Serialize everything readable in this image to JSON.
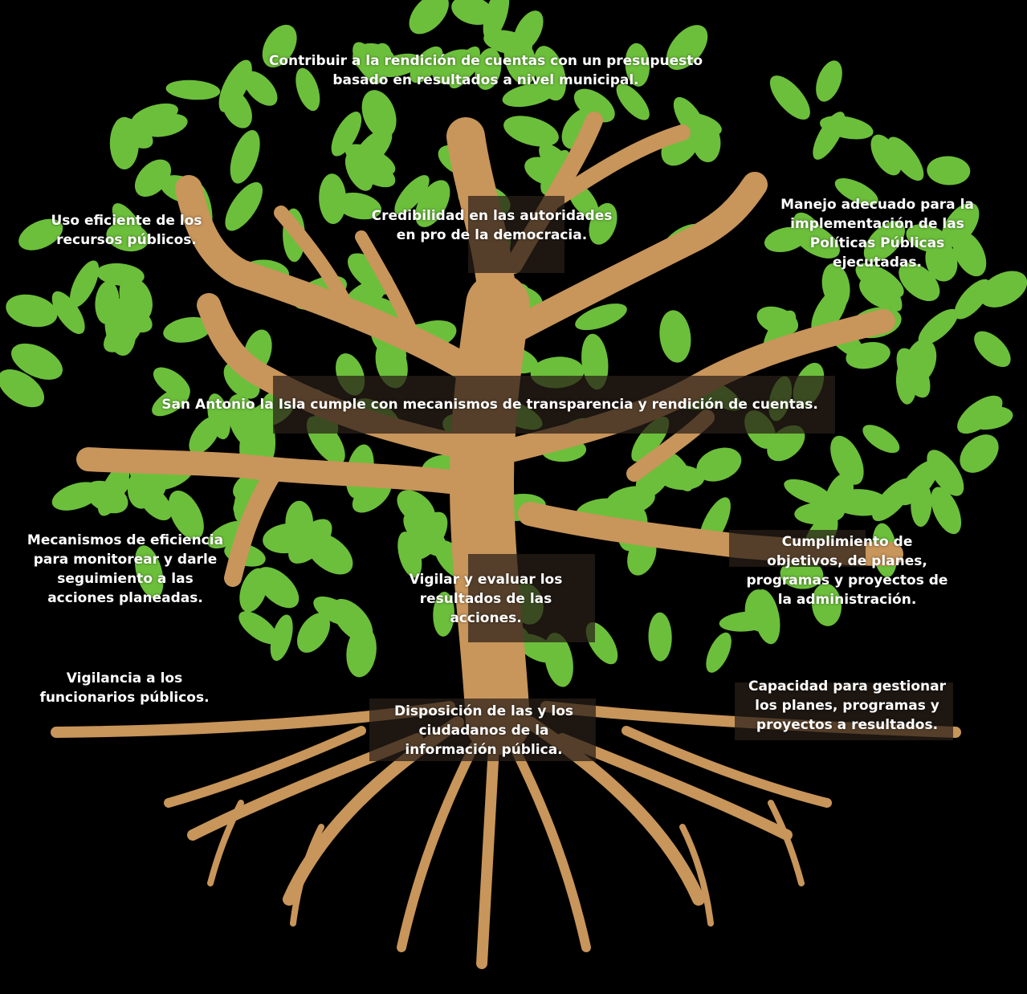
{
  "colors": {
    "background": "#000000",
    "trunk": "#c8955a",
    "leaf": "#6cbf3b",
    "label_band": "#3b2c22",
    "text": "#ffffff"
  },
  "labels": {
    "goal": "Contribuir a la rendición de cuentas con un presupuesto\nbasado en resultados a nivel municipal.",
    "credibility": "Credibilidad en las autoridades\nen pro de la democracia.",
    "efficient_use": "Uso eficiente de los\nrecursos públicos.",
    "policy_management": "Manejo adecuado para la\nimplementación de las\nPolíticas Públicas\nejecutadas.",
    "purpose": "San Antonio la Isla cumple con mecanismos de transparencia y rendición de cuentas.",
    "monitoring": "Mecanismos de eficiencia\npara monitorear y darle\nseguimiento a las\nacciones planeadas.",
    "compliance": "Cumplimiento de\nobjetivos, de planes,\nprogramas y proyectos de\nla administración.",
    "evaluate": "Vigilar y evaluar los\nresultados de las\nacciones.",
    "officials": "Vigilancia a los\nfuncionarios públicos.",
    "capacity": "Capacidad para gestionar\nlos planes, programas y\nproyectos a resultados.",
    "information": "Disposición de las y los\nciudadanos de la\ninformación pública."
  }
}
